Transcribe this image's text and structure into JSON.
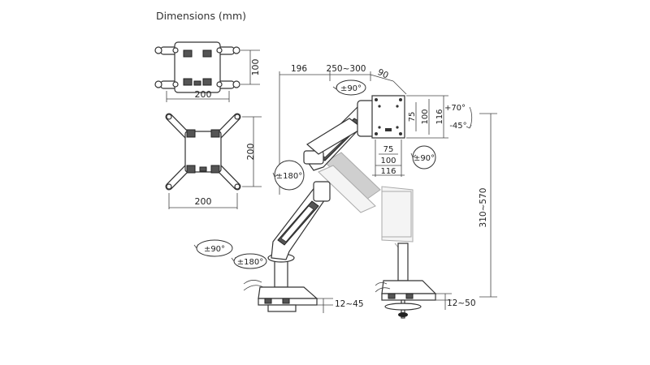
{
  "title": "Dimensions (mm)",
  "dimensions": {
    "vesa_top_height": "100",
    "vesa_top_width": "200",
    "vesa_bottom_height": "200",
    "vesa_bottom_width": "200",
    "arm_reach_rear": "196",
    "arm_reach_main": "250~300",
    "head_depth": "90",
    "plate_v1": "75",
    "plate_v2": "100",
    "plate_v3": "116",
    "plate_h1": "75",
    "plate_h2": "100",
    "plate_h3": "116",
    "height_range": "310~570",
    "clamp_left": "12~45",
    "clamp_right": "12~50"
  },
  "rotations": {
    "swivel_top": "±90°",
    "tilt_up": "+70°",
    "tilt_down": "-45°",
    "rotate_plate": "±90°",
    "elbow": "±180°",
    "base_swivel": "±90°",
    "base_rotate": "±180°"
  },
  "colors": {
    "line": "#333333",
    "accent_dark": "#555555",
    "ghost": "#aaaaaa"
  }
}
